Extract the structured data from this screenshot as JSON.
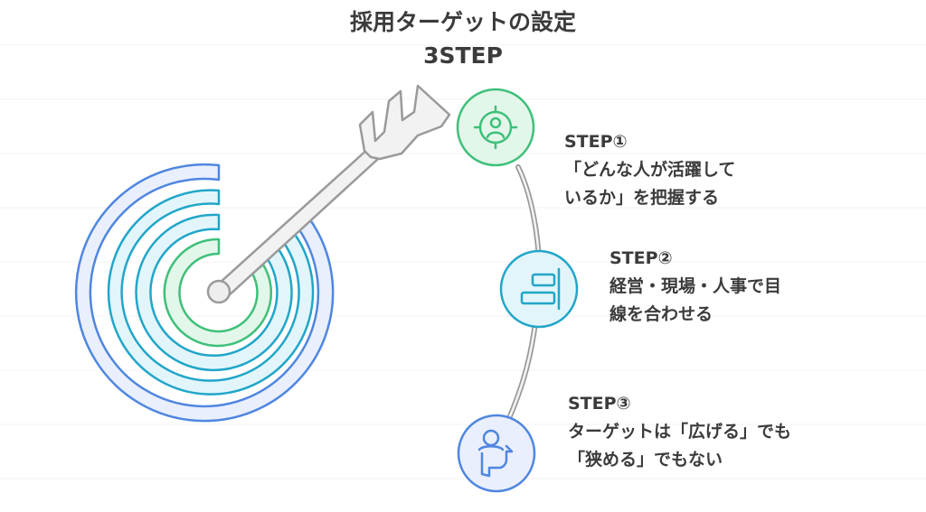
{
  "title": {
    "line1": "採用ターゲットの設定",
    "line2": "3STEP"
  },
  "steps": [
    {
      "heading": "STEP①",
      "line1": "「どんな人が活躍して",
      "line2": "いるか」を把握する",
      "icon": "target-person-icon",
      "color": "#3ec07a"
    },
    {
      "heading": "STEP②",
      "line1": "経営・現場・人事で目",
      "line2": "線を合わせる",
      "icon": "align-right-icon",
      "color": "#21a6c9"
    },
    {
      "heading": "STEP③",
      "line1": "ターゲットは「広げる」でも",
      "line2": "「狭める」でもない",
      "icon": "head-person-icon",
      "color": "#4f86e0"
    }
  ],
  "colors": {
    "ring_outer": "#4f86e0",
    "ring_middle": "#21a6c9",
    "ring_inner": "#3ec07a",
    "arrow": "#9a9a9a",
    "path": "#9a9a9a",
    "text": "#3b3b3b"
  }
}
